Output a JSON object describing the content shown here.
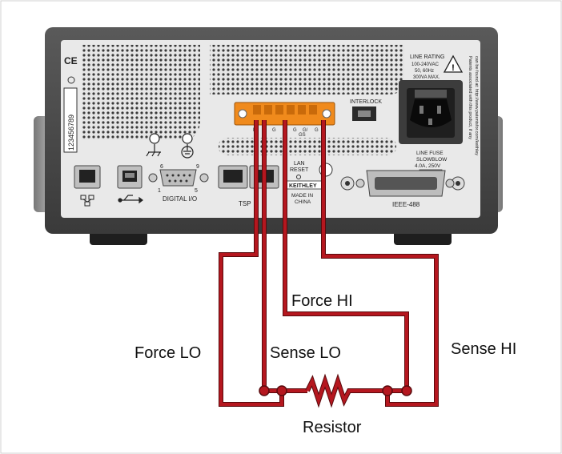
{
  "labels": {
    "force_lo": "Force LO",
    "sense_lo": "Sense LO",
    "force_hi": "Force HI",
    "sense_hi": "Sense HI",
    "resistor": "Resistor"
  },
  "panel": {
    "line_rating_title": "LINE RATING",
    "line_rating_1": "100-240VAC",
    "line_rating_2": "50, 60Hz",
    "line_rating_3": "300VA MAX.",
    "interlock": "INTERLOCK",
    "line_fuse_1": "LINE FUSE",
    "line_fuse_2": "SLOWBLOW",
    "line_fuse_3": "4.0A, 250V",
    "ieee": "IEEE-488",
    "digital_io": "DIGITAL I/O",
    "dio_6": "6",
    "dio_9": "9",
    "dio_1": "1",
    "dio_5": "5",
    "tsp": "TSP",
    "lan_reset_1": "LAN",
    "lan_reset_2": "RESET",
    "keithley": "KEITHLEY",
    "made_in_1": "MADE IN",
    "made_in_2": "CHINA",
    "serial": "123456789",
    "ce": "CE",
    "patents_1": "Patents associated with this product, if any",
    "patents_2": "can be found at: http://www.patentsfor.com/keithley",
    "term_labels": [
      "L",
      "D",
      "G",
      "G",
      "G/",
      "G",
      "GS"
    ]
  },
  "colors": {
    "wire": "#b5171f",
    "wire_outline": "#5a0a0d",
    "panel": "#4a4a4a",
    "terminal": "#f08a1c"
  },
  "icons": [
    "chassis-ground-icon",
    "protective-earth-icon",
    "warning-icon",
    "lan-icon",
    "usb-icon",
    "fuse-icon"
  ]
}
